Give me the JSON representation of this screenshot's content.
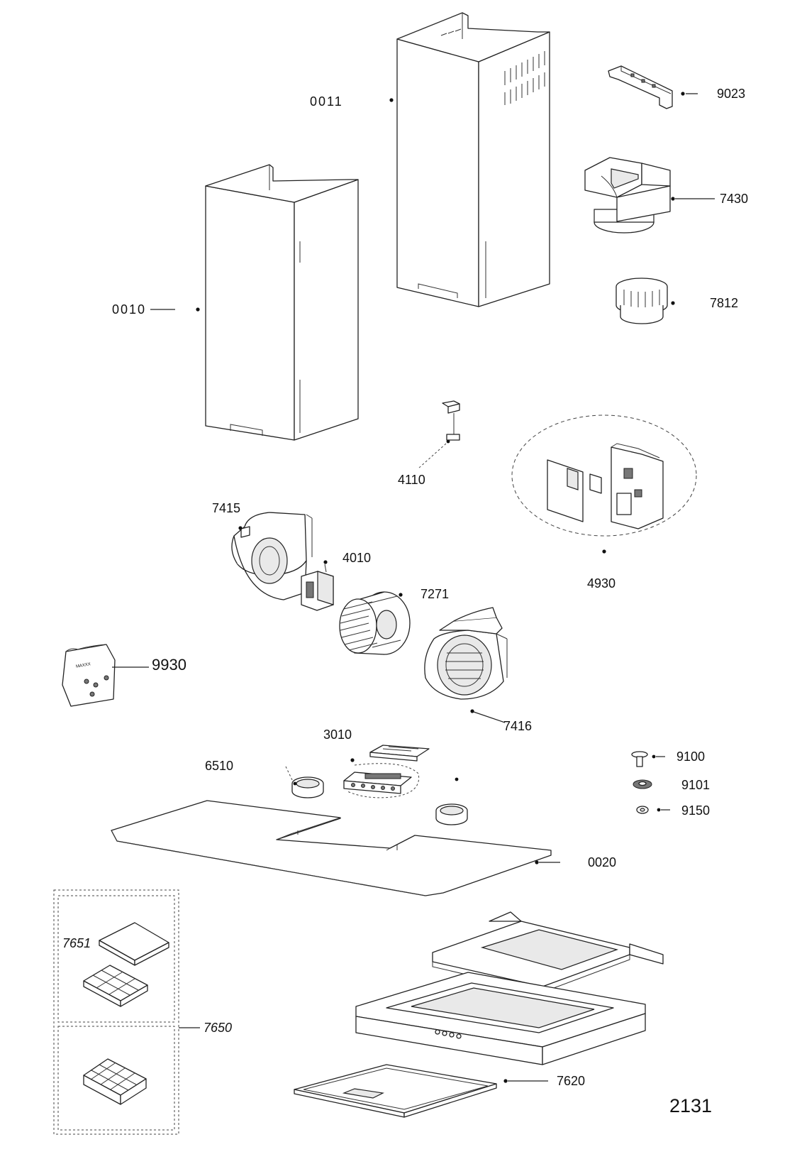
{
  "parts": {
    "p0011": "0011",
    "p9023": "9023",
    "p7430": "7430",
    "p0010": "0010",
    "p7812": "7812",
    "p4110": "4110",
    "p7415": "7415",
    "p4010": "4010",
    "p4930": "4930",
    "p7271": "7271",
    "p9930": "9930",
    "p7416": "7416",
    "p3010": "3010",
    "p6510": "6510",
    "p9100": "9100",
    "p9101": "9101",
    "p9150": "9150",
    "p0020": "0020",
    "p7651": "7651",
    "p7650": "7650",
    "p7620": "7620"
  },
  "drawing_number": "2131",
  "package_text": "MAXXX"
}
